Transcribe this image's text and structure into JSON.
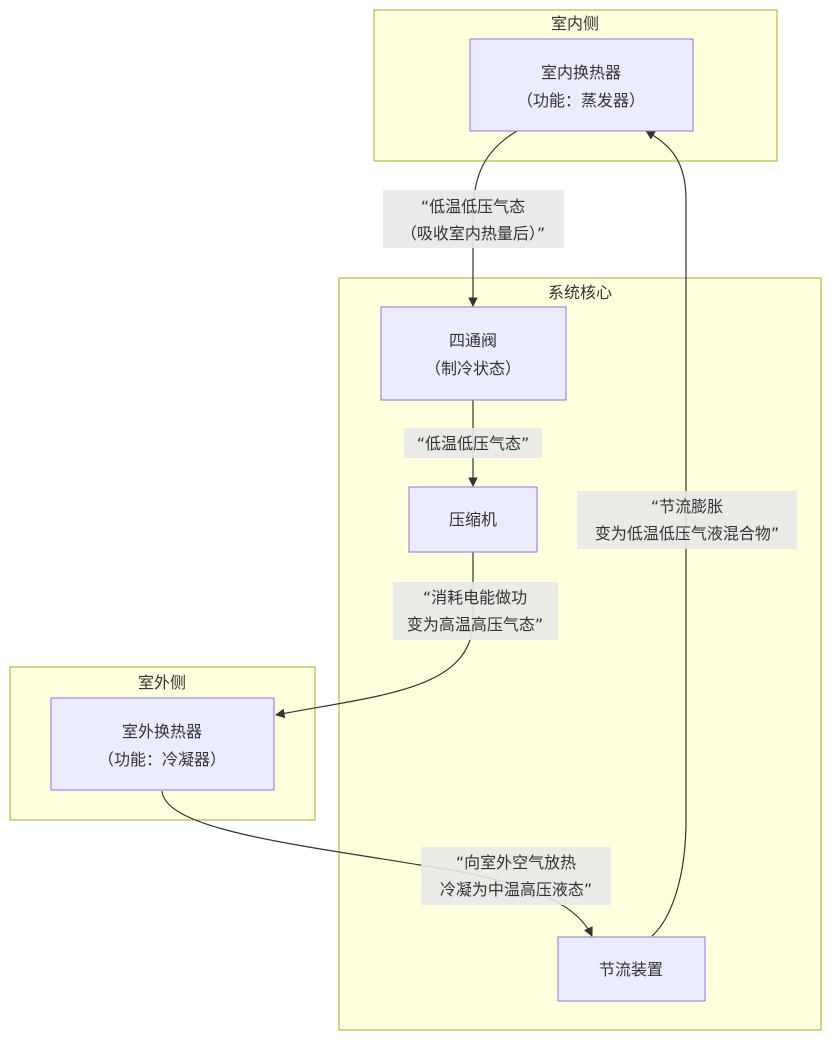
{
  "clusters": {
    "indoor": "室内侧",
    "core": "系统核心",
    "outdoor": "室外侧"
  },
  "nodes": {
    "indoor_hx": [
      "室内换热器",
      "（功能：蒸发器）"
    ],
    "four_way_valve": [
      "四通阀",
      "（制冷状态）"
    ],
    "compressor": [
      "压缩机"
    ],
    "outdoor_hx": [
      "室外换热器",
      "（功能：冷凝器）"
    ],
    "throttle": [
      "节流装置"
    ]
  },
  "edges": {
    "indoor_to_valve": [
      "“低温低压气态",
      "（吸收室内热量后）”"
    ],
    "valve_to_compressor": [
      "“低温低压气态”"
    ],
    "compressor_to_outdoor": [
      "“消耗电能做功",
      "变为高温高压气态”"
    ],
    "outdoor_to_throttle": [
      "“向室外空气放热",
      "冷凝为中温高压液态”"
    ],
    "throttle_to_indoor": [
      "“节流膨胀",
      "变为低温低压气液混合物”"
    ]
  },
  "colors": {
    "cluster_fill": "#ffffde",
    "cluster_stroke": "#aaaa33",
    "node_fill": "#ececff",
    "node_stroke": "#9370db",
    "edge_label_bg": "#e8e8e8",
    "line": "#333333"
  }
}
